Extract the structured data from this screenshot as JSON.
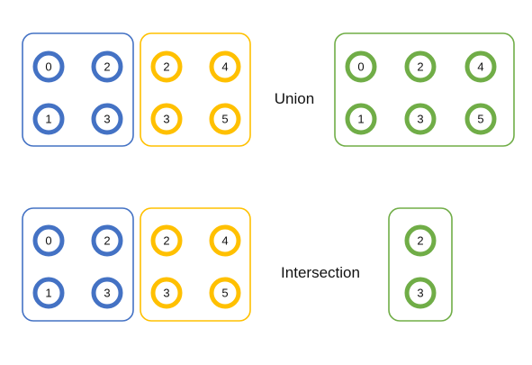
{
  "colors": {
    "set_a": "#4472C4",
    "set_b": "#FFC000",
    "result": "#70AD47",
    "text": "#111111"
  },
  "rows": [
    {
      "operation": "Union",
      "set_a": {
        "rows": [
          [
            "0",
            "2"
          ],
          [
            "1",
            "3"
          ]
        ]
      },
      "set_b": {
        "rows": [
          [
            "2",
            "4"
          ],
          [
            "3",
            "5"
          ]
        ]
      },
      "result": {
        "rows": [
          [
            "0",
            "2",
            "4"
          ],
          [
            "1",
            "3",
            "5"
          ]
        ]
      }
    },
    {
      "operation": "Intersection",
      "set_a": {
        "rows": [
          [
            "0",
            "2"
          ],
          [
            "1",
            "3"
          ]
        ]
      },
      "set_b": {
        "rows": [
          [
            "2",
            "4"
          ],
          [
            "3",
            "5"
          ]
        ]
      },
      "result": {
        "rows": [
          [
            "2"
          ],
          [
            "3"
          ]
        ]
      }
    }
  ]
}
